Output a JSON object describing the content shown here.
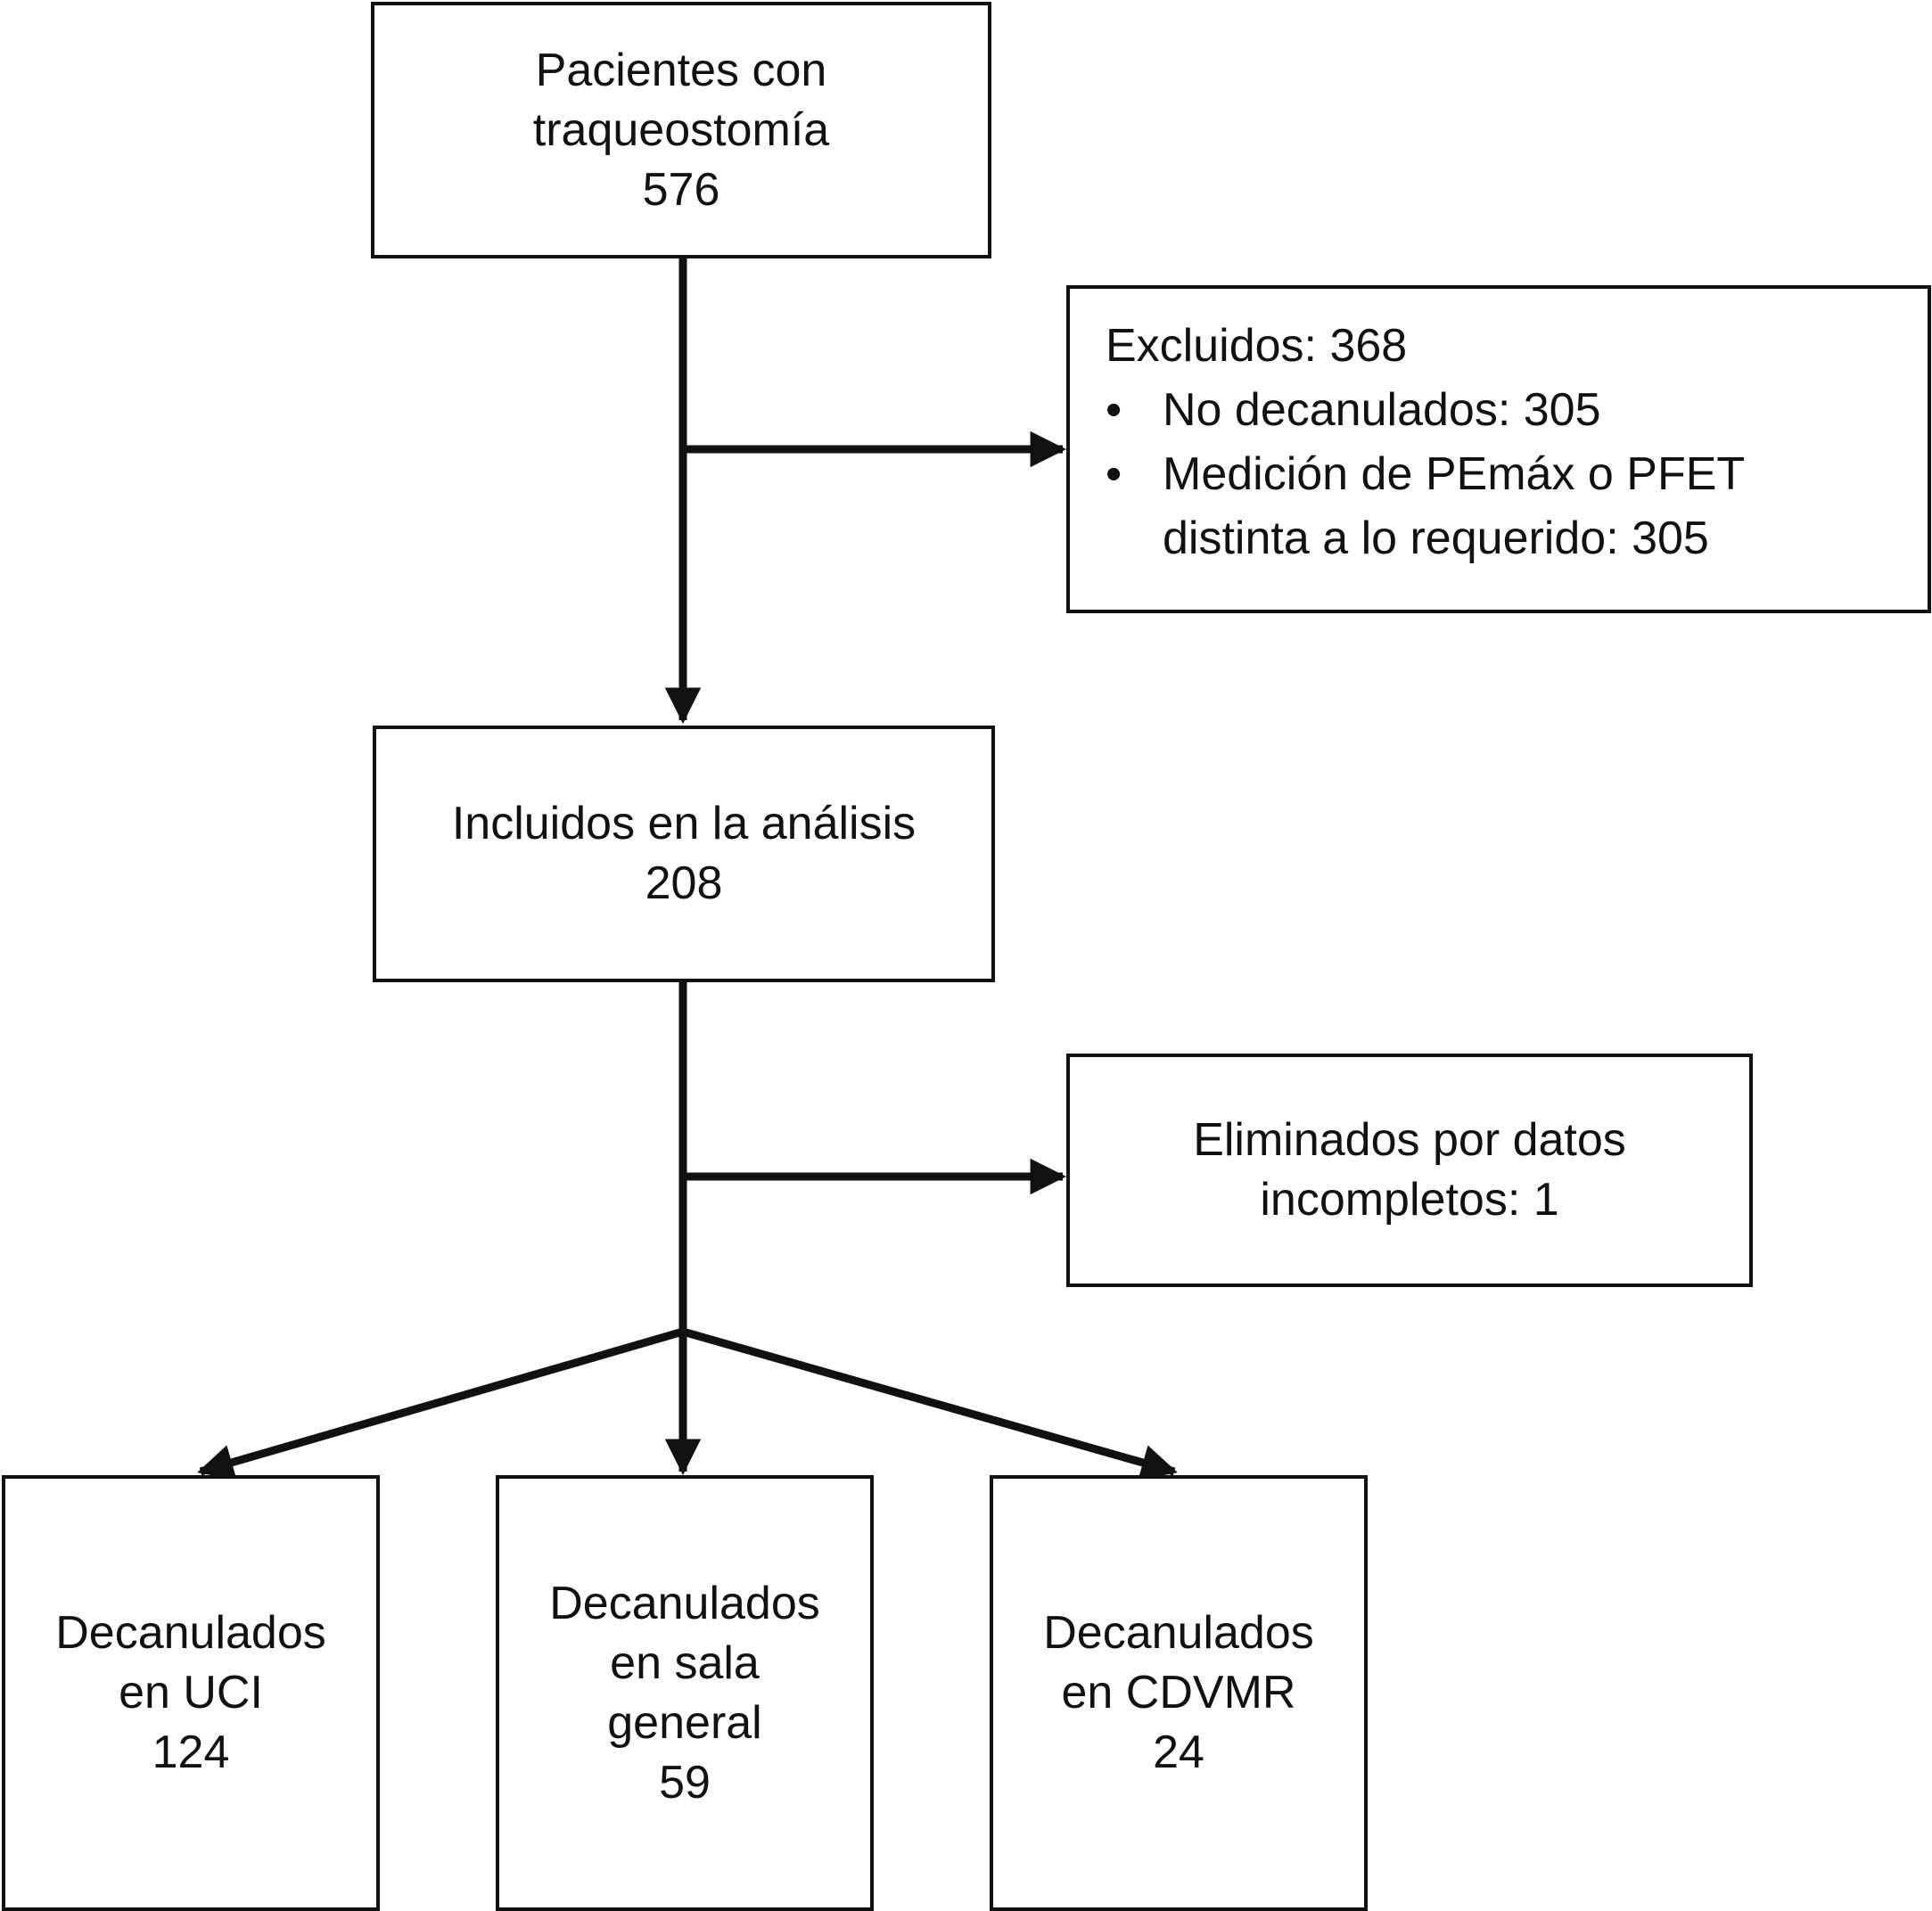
{
  "nodes": {
    "start": {
      "lines": [
        "Pacientes con",
        "traqueostomía",
        "576"
      ]
    },
    "excluded": {
      "title": "Excluidos: 368",
      "bullet_char": "•",
      "items": [
        {
          "lines": [
            "No decanulados: 305"
          ]
        },
        {
          "lines": [
            "Medición de PEmáx o PFET",
            "distinta a lo requerido: 305"
          ]
        }
      ]
    },
    "included": {
      "lines": [
        "Incluidos en la análisis",
        "208"
      ]
    },
    "eliminated": {
      "lines": [
        "Eliminados por datos",
        "incompletos: 1"
      ]
    },
    "uci": {
      "lines": [
        "Decanulados",
        "en UCI",
        "124"
      ]
    },
    "sala": {
      "lines": [
        "Decanulados",
        "en sala",
        "general",
        "59"
      ]
    },
    "cdvmr": {
      "lines": [
        "Decanulados",
        "en CDVMR",
        "24"
      ]
    }
  },
  "colors": {
    "stroke": "#111111",
    "background": "#ffffff"
  }
}
